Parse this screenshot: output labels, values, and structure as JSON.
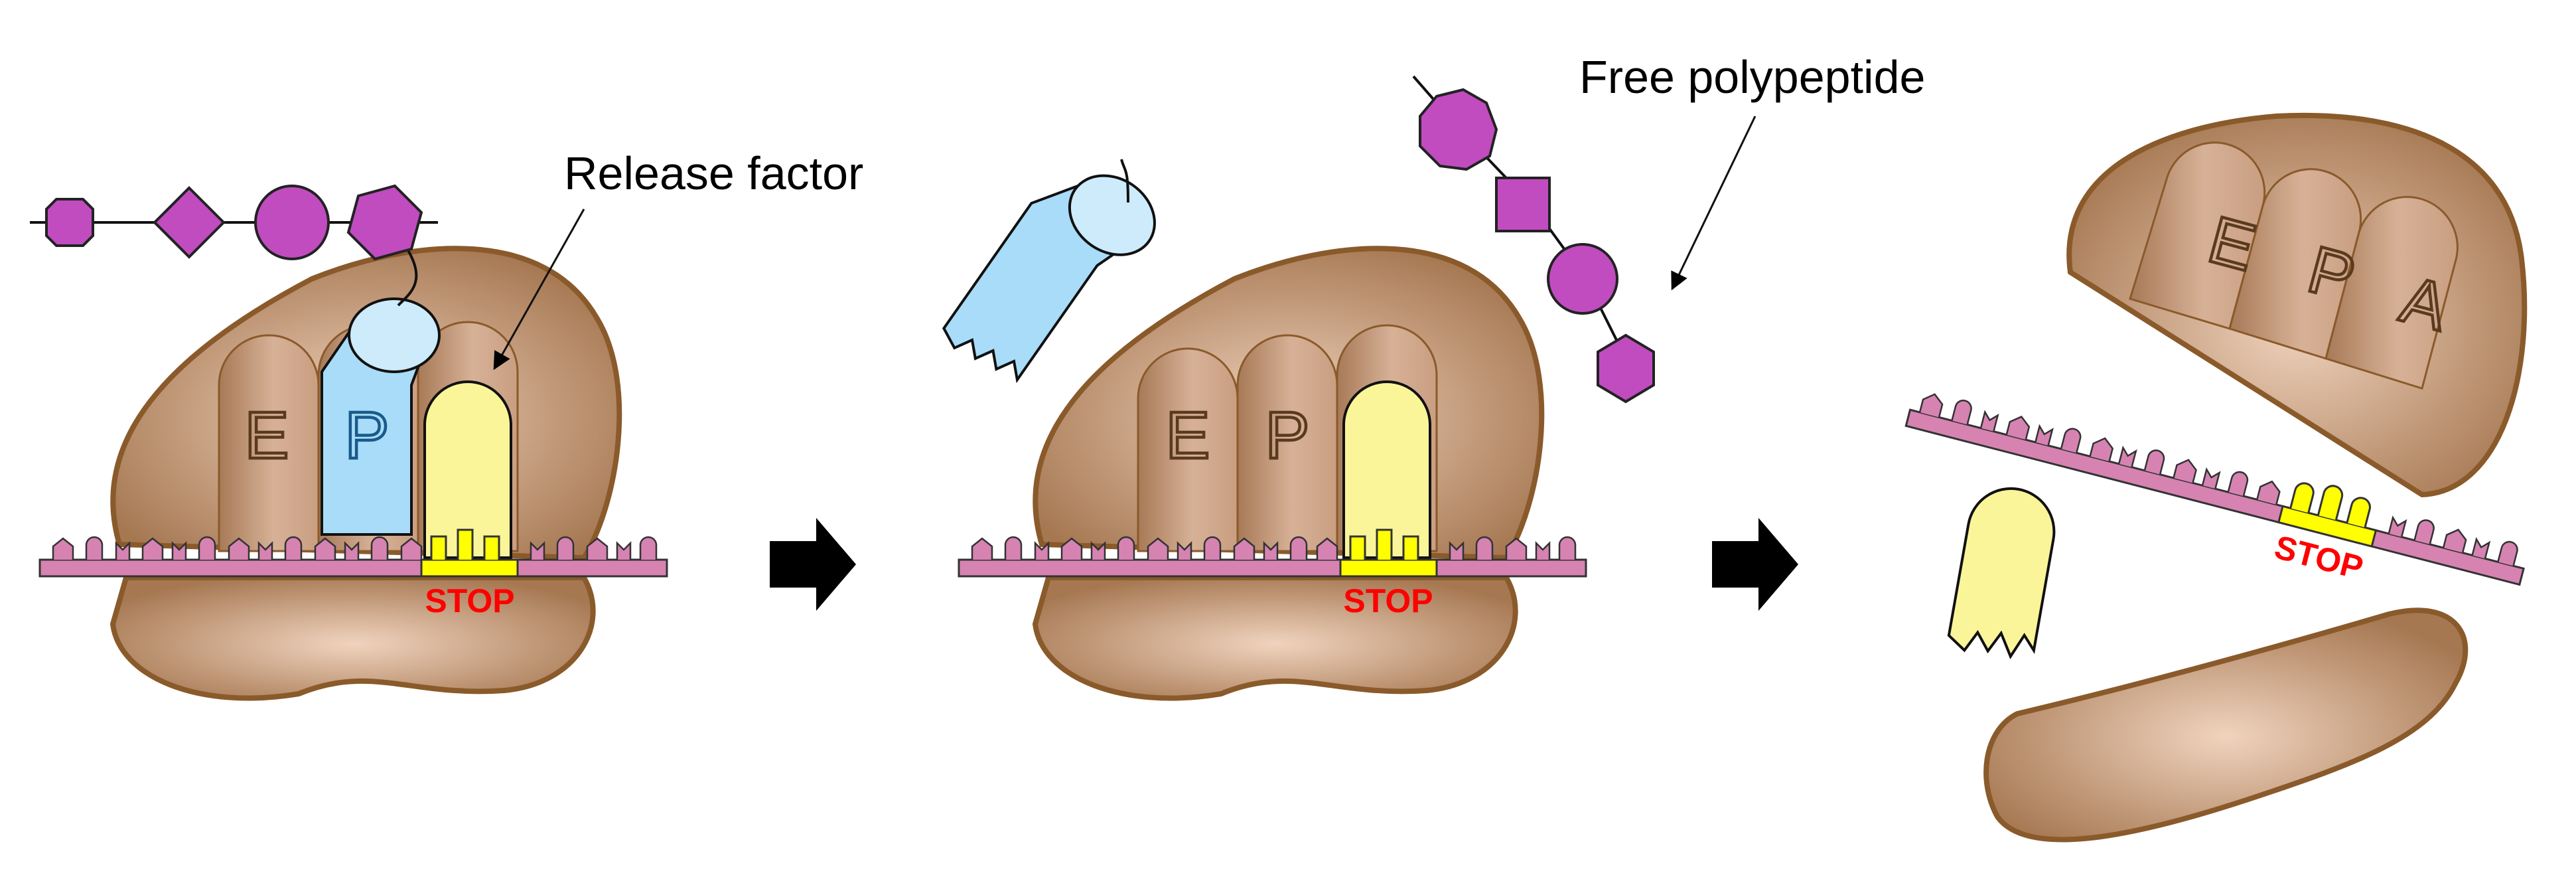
{
  "labels": {
    "release_factor": "Release factor",
    "free_polypeptide": "Free polypeptide",
    "stop": "STOP"
  },
  "sites": {
    "e": "E",
    "p": "P",
    "a": "A"
  },
  "colors": {
    "ribosome": "#bb8d6e",
    "ribosome_outline": "#8a5a2b",
    "mrna": "#d683b2",
    "trna": "#a8dcf8",
    "release_factor": "#fbf59a",
    "stop_codon": "#ffff00",
    "stop_text": "#ff0000",
    "amino_acid": "#c04cc0",
    "arrow": "#000000"
  },
  "icons": [
    "ribosome-icon",
    "mrna-strand-icon",
    "trna-icon",
    "release-factor-icon",
    "amino-acid-icon",
    "process-arrow-icon"
  ]
}
